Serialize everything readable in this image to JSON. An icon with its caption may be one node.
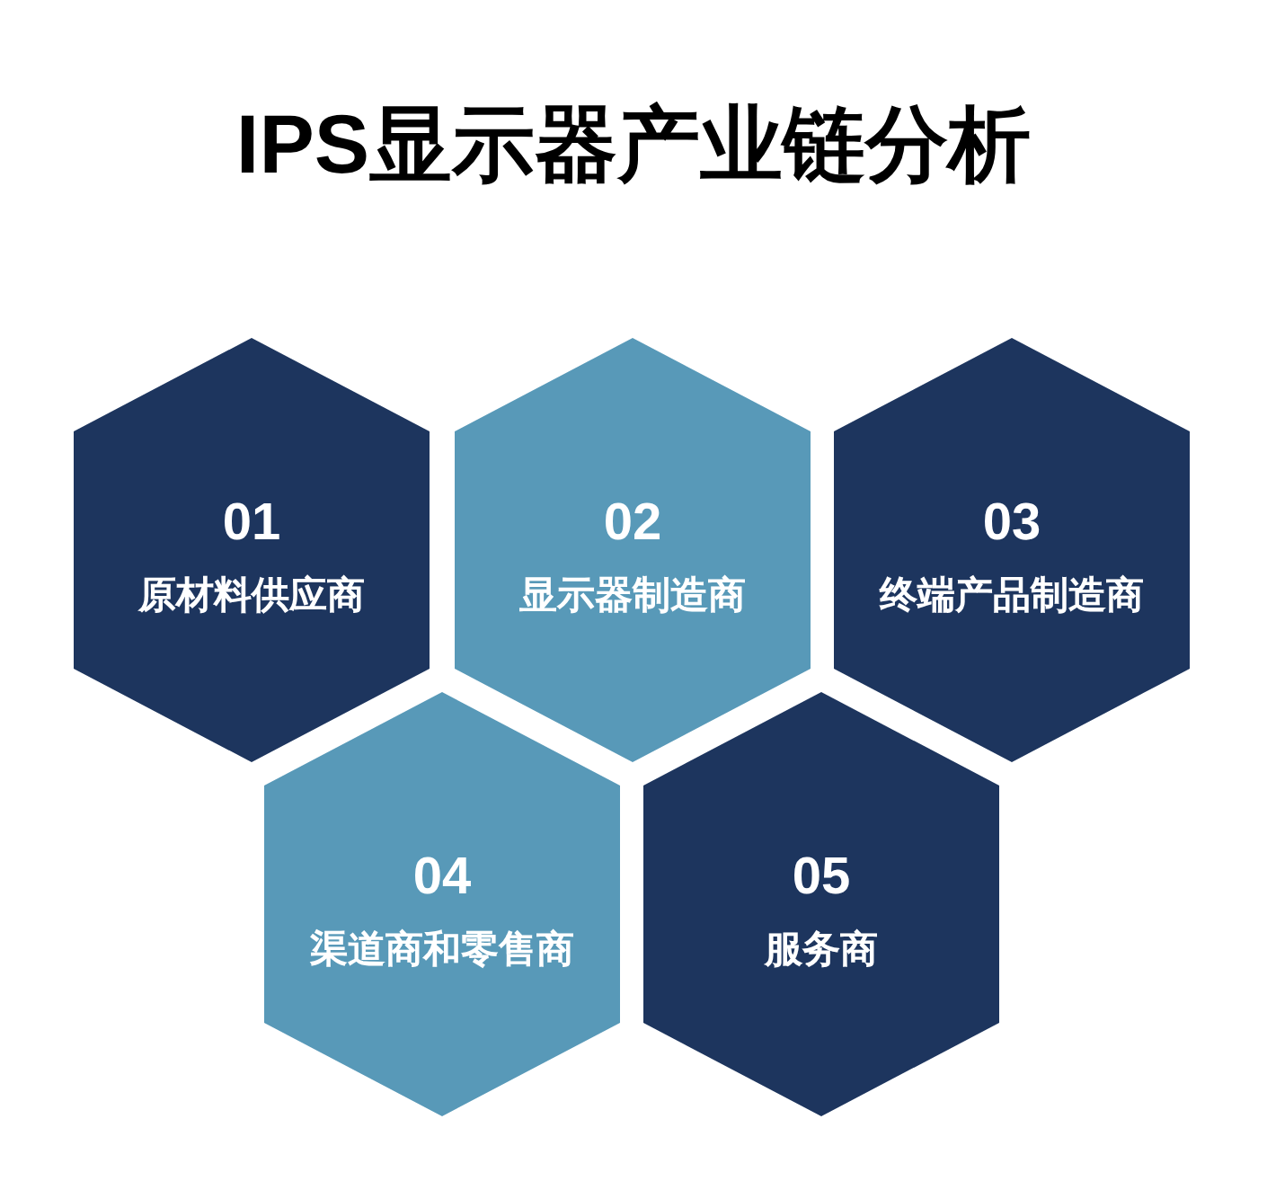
{
  "diagram": {
    "title": "IPS显示器产业链分析",
    "nodes": [
      {
        "text": [
          "01",
          "原材料供应商"
        ]
      },
      {
        "text": [
          "02",
          "显示器制造商"
        ]
      },
      {
        "text": [
          "03",
          "终端产品制造商"
        ]
      },
      {
        "text": [
          "04",
          "渠道商和零售商"
        ]
      },
      {
        "text": [
          "05",
          "服务商"
        ]
      }
    ]
  }
}
